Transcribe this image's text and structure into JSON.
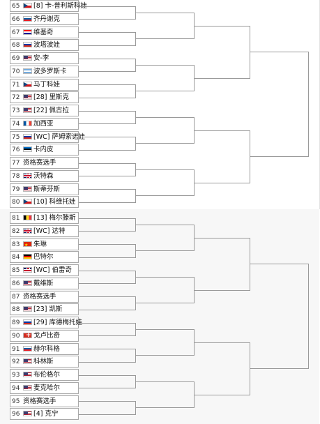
{
  "bracket": {
    "entries": [
      {
        "seed": "65",
        "flag": "CZE",
        "text": "[8] 卡-普利斯科娃"
      },
      {
        "seed": "66",
        "flag": "SVN",
        "text": "齐丹谢克"
      },
      {
        "seed": "67",
        "flag": "CRO",
        "text": "维基奇"
      },
      {
        "seed": "68",
        "flag": "RUS",
        "text": "波塔波娃"
      },
      {
        "seed": "69",
        "flag": "USA",
        "text": "安-李"
      },
      {
        "seed": "70",
        "flag": "ARG",
        "text": "波多罗斯卡"
      },
      {
        "seed": "71",
        "flag": "CZE",
        "text": "马丁科娃"
      },
      {
        "seed": "72",
        "flag": "USA",
        "text": "[28] 里斯克"
      },
      {
        "seed": "73",
        "flag": "USA",
        "text": "[22] 佩古拉"
      },
      {
        "seed": "74",
        "flag": "FRA",
        "text": "加西亚"
      },
      {
        "seed": "75",
        "flag": "RUS",
        "text": "[WC] 萨姆索诺娃"
      },
      {
        "seed": "76",
        "flag": "EST",
        "text": "卡内皮"
      },
      {
        "seed": "77",
        "flag": "",
        "text": "资格赛选手"
      },
      {
        "seed": "78",
        "flag": "GBR",
        "text": "沃特森"
      },
      {
        "seed": "79",
        "flag": "USA",
        "text": "斯蒂芬斯"
      },
      {
        "seed": "80",
        "flag": "CZE",
        "text": "[10] 科维托娃"
      },
      {
        "seed": "81",
        "flag": "BEL",
        "text": "[13] 梅尔滕斯"
      },
      {
        "seed": "82",
        "flag": "GBR",
        "text": "[WC] 达特"
      },
      {
        "seed": "83",
        "flag": "CHN",
        "text": "朱琳"
      },
      {
        "seed": "84",
        "flag": "GER",
        "text": "巴特尔"
      },
      {
        "seed": "85",
        "flag": "GBR",
        "text": "[WC] 伯雷奇"
      },
      {
        "seed": "86",
        "flag": "USA",
        "text": "戴维斯"
      },
      {
        "seed": "87",
        "flag": "",
        "text": "资格赛选手"
      },
      {
        "seed": "88",
        "flag": "USA",
        "text": "[23] 凯斯"
      },
      {
        "seed": "89",
        "flag": "RUS",
        "text": "[29] 库德梅托娃"
      },
      {
        "seed": "90",
        "flag": "SUI",
        "text": "戈卢比奇"
      },
      {
        "seed": "91",
        "flag": "SVN",
        "text": "赫尔科格"
      },
      {
        "seed": "92",
        "flag": "USA",
        "text": "科林斯"
      },
      {
        "seed": "93",
        "flag": "USA",
        "text": "布伦格尔"
      },
      {
        "seed": "94",
        "flag": "USA",
        "text": "麦克哈尔"
      },
      {
        "seed": "95",
        "flag": "",
        "text": "资格赛选手"
      },
      {
        "seed": "96",
        "flag": "USA",
        "text": "[4] 克宁"
      }
    ]
  },
  "colors": {
    "line": "#9a9a9a",
    "border": "#a9a9a9",
    "lower_bg": "#f7f7f7"
  }
}
